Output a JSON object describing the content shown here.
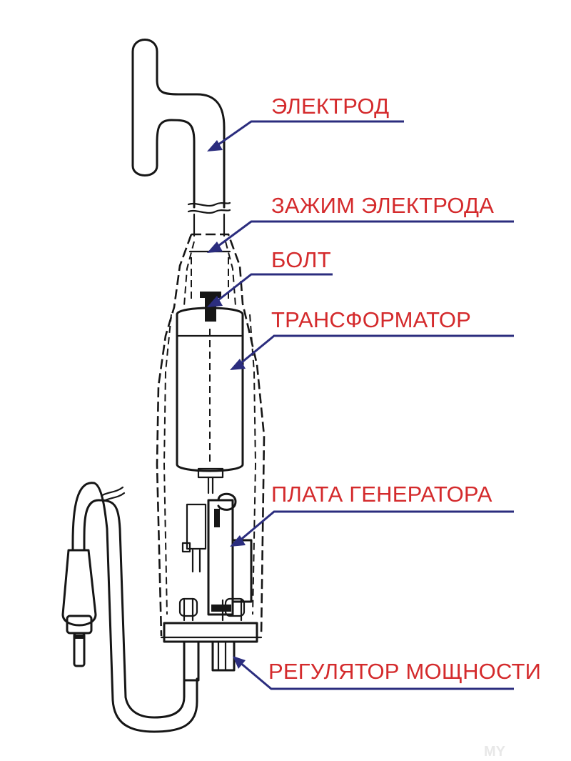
{
  "labels": {
    "electrode": "ЭЛЕКТРОД",
    "electrode_clamp": "ЗАЖИМ ЭЛЕКТРОДА",
    "bolt": "БОЛТ",
    "transformer": "ТРАНСФОРМАТОР",
    "generator_board": "ПЛАТА ГЕНЕРАТОРА",
    "power_regulator": "РЕГУЛЯТОР МОЩНОСТИ"
  },
  "watermark": "MY",
  "colors": {
    "label_text": "#d42a2c",
    "leader_line": "#2b2d7e",
    "drawing_ink": "#161616"
  }
}
